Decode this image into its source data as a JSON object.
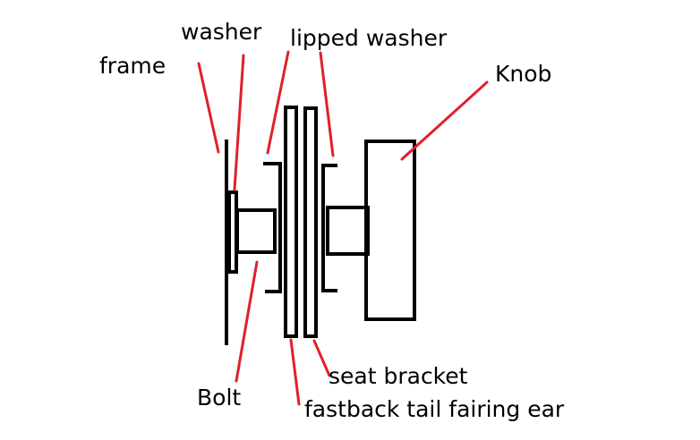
{
  "labels": {
    "frame": "frame",
    "washer": "washer",
    "lipped_washer": "lipped washer",
    "knob": "Knob",
    "bolt": "Bolt",
    "seat_bracket": "seat bracket",
    "fairing_ear": "fastback tail fairing ear"
  },
  "colors": {
    "outline": "#000000",
    "leader": "#e0202a",
    "background": "#ffffff"
  }
}
